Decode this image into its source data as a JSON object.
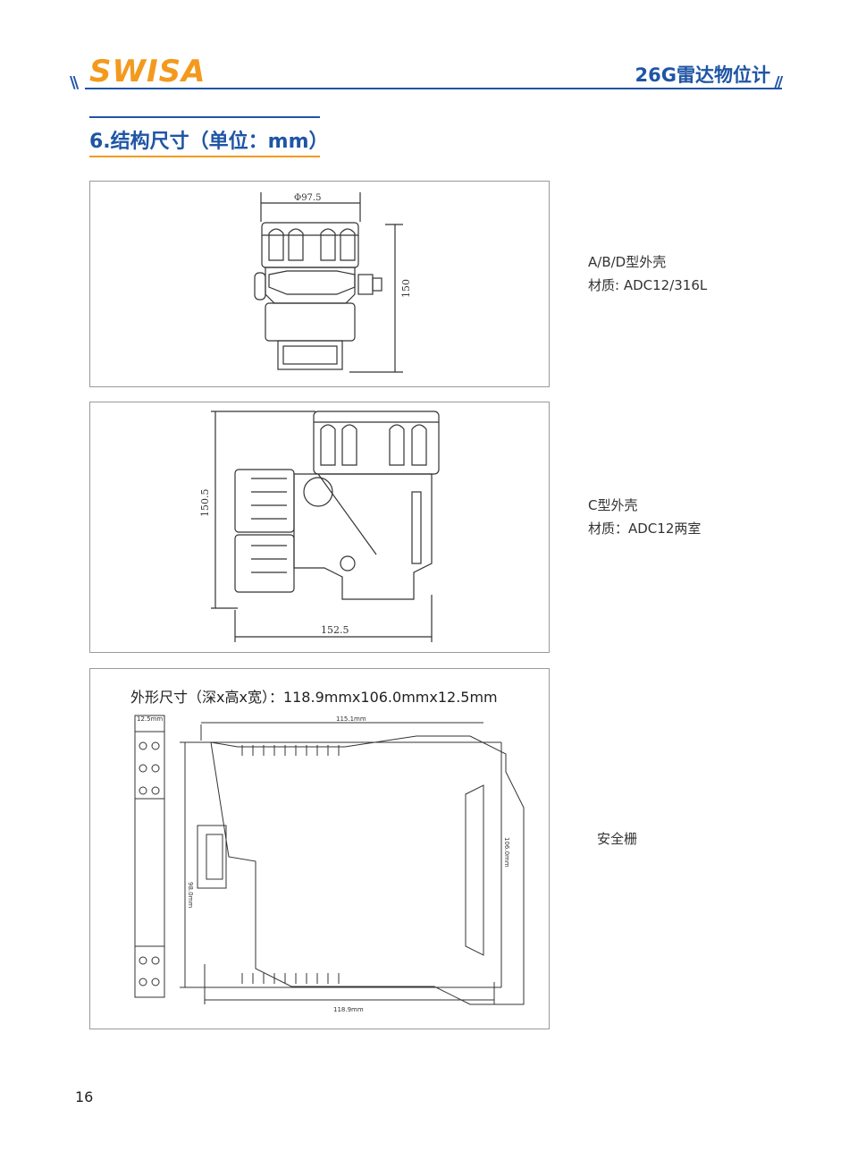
{
  "header": {
    "brand": "SWISA",
    "product_title": "26G雷达物位计"
  },
  "section": {
    "title": "6.结构尺寸（单位：mm）"
  },
  "panels": [
    {
      "dims": {
        "diameter": "Φ97.5",
        "height": "150"
      },
      "desc_line1": "A/B/D型外壳",
      "desc_line2": "材质: ADC12/316L"
    },
    {
      "dims": {
        "height": "150.5",
        "width": "152.5"
      },
      "desc_line1": "C型外壳",
      "desc_line2": "材质：ADC12两室"
    },
    {
      "title": "外形尺寸（深x高x宽）：118.9mmx106.0mmx12.5mm",
      "dims": {
        "width_small": "12.5mm",
        "top": "115.1mm",
        "side_right": "106.0mm",
        "side_left": "98.0mm",
        "bottom": "118.9mm"
      },
      "desc_line1": "安全栅"
    }
  ],
  "footer": {
    "page_number": "16"
  },
  "colors": {
    "brand_orange": "#f39a1e",
    "brand_blue": "#1f55a5"
  }
}
